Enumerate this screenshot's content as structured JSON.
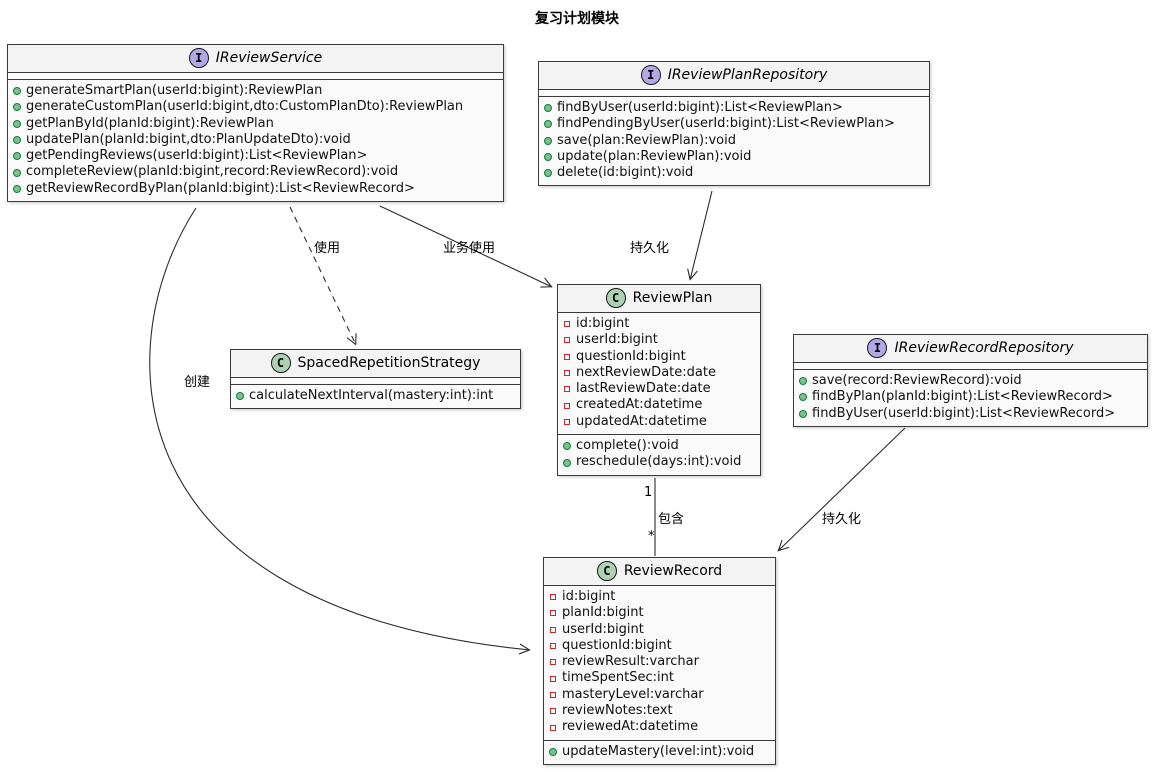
{
  "title": "复习计划模块",
  "colors": {
    "interface_icon_bg": "#B4A7E5",
    "class_icon_bg": "#ADD1B2",
    "method_dot_bg": "#84BE84",
    "method_dot_border": "#038048",
    "field_square_border": "#C82930",
    "box_border": "#3a3a3a",
    "line_color": "#2b2b2b",
    "box_bg": "#f3f3f3"
  },
  "classes": [
    {
      "name": "IReviewService",
      "stereotype": "interface",
      "icon_letter": "I",
      "fields": [],
      "methods": [
        "generateSmartPlan(userId:bigint):ReviewPlan",
        "generateCustomPlan(userId:bigint,dto:CustomPlanDto):ReviewPlan",
        "getPlanById(planId:bigint):ReviewPlan",
        "updatePlan(planId:bigint,dto:PlanUpdateDto):void",
        "getPendingReviews(userId:bigint):List<ReviewPlan>",
        "completeReview(planId:bigint,record:ReviewRecord):void",
        "getReviewRecordByPlan(planId:bigint):List<ReviewRecord>"
      ]
    },
    {
      "name": "IReviewPlanRepository",
      "stereotype": "interface",
      "icon_letter": "I",
      "fields": [],
      "methods": [
        "findByUser(userId:bigint):List<ReviewPlan>",
        "findPendingByUser(userId:bigint):List<ReviewPlan>",
        "save(plan:ReviewPlan):void",
        "update(plan:ReviewPlan):void",
        "delete(id:bigint):void"
      ]
    },
    {
      "name": "SpacedRepetitionStrategy",
      "stereotype": "class",
      "icon_letter": "C",
      "fields": [],
      "methods": [
        "calculateNextInterval(mastery:int):int"
      ]
    },
    {
      "name": "ReviewPlan",
      "stereotype": "class",
      "icon_letter": "C",
      "fields": [
        "id:bigint",
        "userId:bigint",
        "questionId:bigint",
        "nextReviewDate:date",
        "lastReviewDate:date",
        "createdAt:datetime",
        "updatedAt:datetime"
      ],
      "methods": [
        "complete():void",
        "reschedule(days:int):void"
      ]
    },
    {
      "name": "IReviewRecordRepository",
      "stereotype": "interface",
      "icon_letter": "I",
      "fields": [],
      "methods": [
        "save(record:ReviewRecord):void",
        "findByPlan(planId:bigint):List<ReviewRecord>",
        "findByUser(userId:bigint):List<ReviewRecord>"
      ]
    },
    {
      "name": "ReviewRecord",
      "stereotype": "class",
      "icon_letter": "C",
      "fields": [
        "id:bigint",
        "planId:bigint",
        "userId:bigint",
        "questionId:bigint",
        "reviewResult:varchar",
        "timeSpentSec:int",
        "masteryLevel:varchar",
        "reviewNotes:text",
        "reviewedAt:datetime"
      ],
      "methods": [
        "updateMastery(level:int):void"
      ]
    }
  ],
  "edges": [
    {
      "from": "IReviewService",
      "to": "SpacedRepetitionStrategy",
      "style": "dashed-arrow",
      "label": "使用"
    },
    {
      "from": "IReviewService",
      "to": "ReviewPlan",
      "style": "arrow",
      "label": "业务使用"
    },
    {
      "from": "IReviewPlanRepository",
      "to": "ReviewPlan",
      "style": "arrow",
      "label": "持久化"
    },
    {
      "from": "IReviewService",
      "to": "ReviewRecord",
      "style": "arrow",
      "label": "创建"
    },
    {
      "from": "ReviewPlan",
      "to": "ReviewRecord",
      "style": "association",
      "label": "包含",
      "source_mult": "1",
      "target_mult": "*"
    },
    {
      "from": "IReviewRecordRepository",
      "to": "ReviewRecord",
      "style": "arrow",
      "label": "持久化"
    }
  ]
}
